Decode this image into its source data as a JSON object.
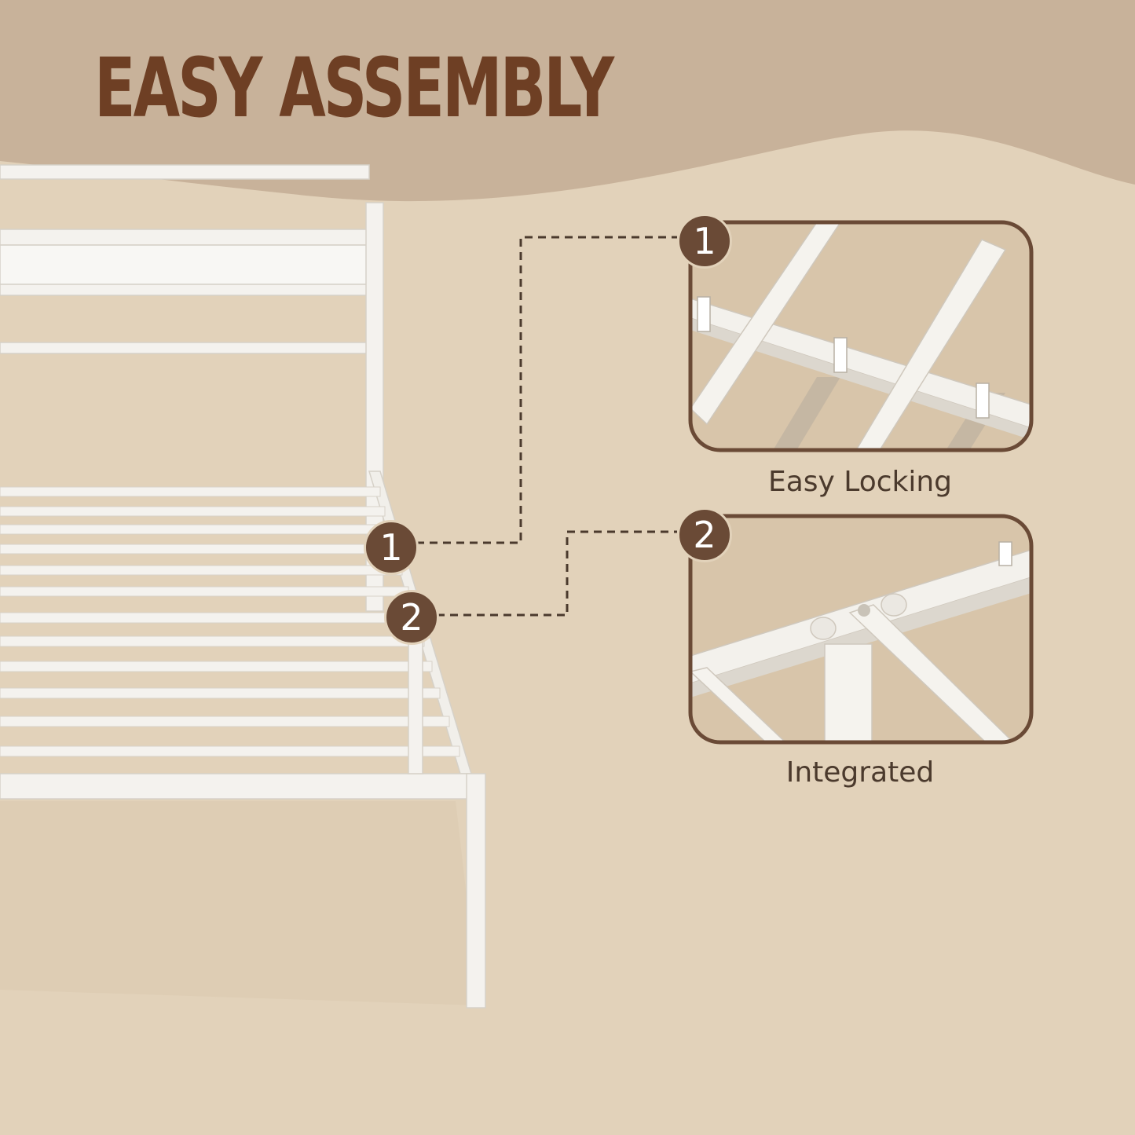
{
  "title": "EASY ASSEMBLY",
  "callouts": [
    {
      "number": "1",
      "caption": "Easy Locking"
    },
    {
      "number": "2",
      "caption": "Integrated"
    }
  ],
  "colors": {
    "background": "#e2d2ba",
    "header_band": "#c8b29a",
    "title": "#6e3f24",
    "badge": "#6a4a36",
    "frame_border": "#6a4a36",
    "bed_frame": "#f4f2ee",
    "caption": "#4b3a2d"
  }
}
